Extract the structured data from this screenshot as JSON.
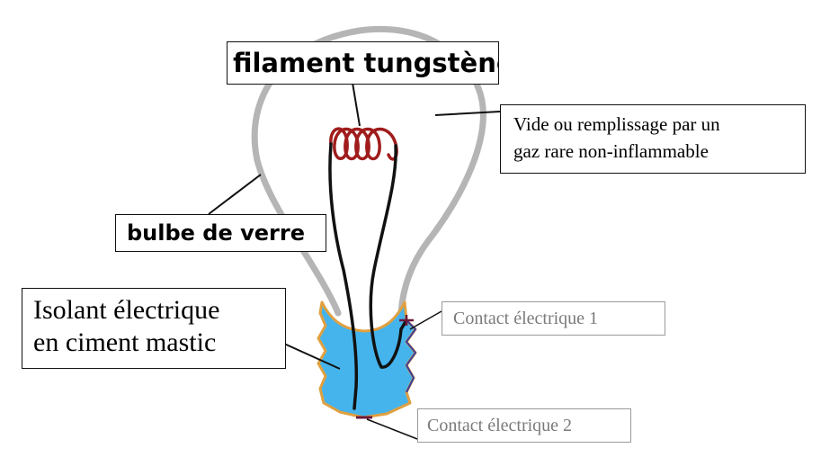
{
  "labels": {
    "filament": "filament tungstène",
    "vide_line1": "Vide ou remplissage par un",
    "vide_line2": "gaz rare non-inflammable",
    "bulbe": "bulbe de verre",
    "isolant_line1": "Isolant électrique",
    "isolant_line2": "en ciment mastic",
    "contact1": "Contact électrique 1",
    "contact2": "Contact électrique 2"
  },
  "colors": {
    "glass": "#b5b5b5",
    "filament": "#a01c1c",
    "wire": "#111111",
    "insulator": "#45b4ec",
    "insulator_edge": "#e0a040",
    "leader": "#111111"
  }
}
